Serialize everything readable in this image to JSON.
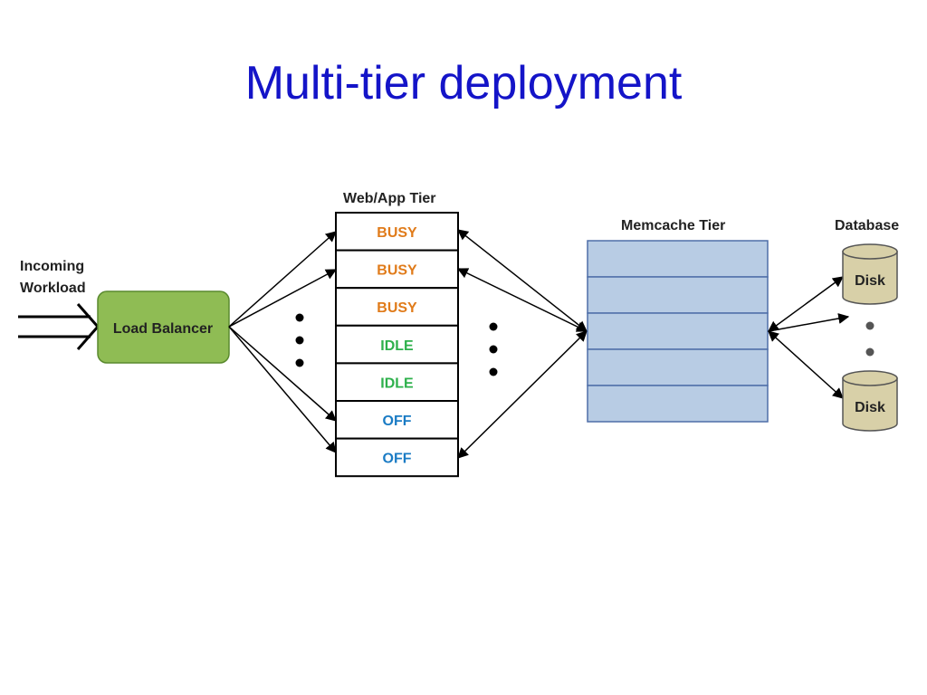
{
  "title": "Multi-tier deployment",
  "labels": {
    "incoming_line1": "Incoming",
    "incoming_line2": "Workload",
    "web_tier": "Web/App Tier",
    "memcache_tier": "Memcache Tier",
    "database": "Database",
    "load_balancer": "Load Balancer"
  },
  "servers": [
    {
      "state": "BUSY",
      "color": "#e07b1a"
    },
    {
      "state": "BUSY",
      "color": "#e07b1a"
    },
    {
      "state": "BUSY",
      "color": "#e07b1a"
    },
    {
      "state": "IDLE",
      "color": "#2db04b"
    },
    {
      "state": "IDLE",
      "color": "#2db04b"
    },
    {
      "state": "OFF",
      "color": "#1a7bc4"
    },
    {
      "state": "OFF",
      "color": "#1a7bc4"
    }
  ],
  "memcache_rows": 5,
  "disks": [
    "Disk",
    "Disk"
  ],
  "colors": {
    "title": "#1414c8",
    "load_balancer_fill": "#8fbc54",
    "load_balancer_stroke": "#5a8a2e",
    "memcache_fill": "#b8cce4",
    "memcache_stroke": "#4f6fa8",
    "disk_fill": "#d8d0a8"
  }
}
